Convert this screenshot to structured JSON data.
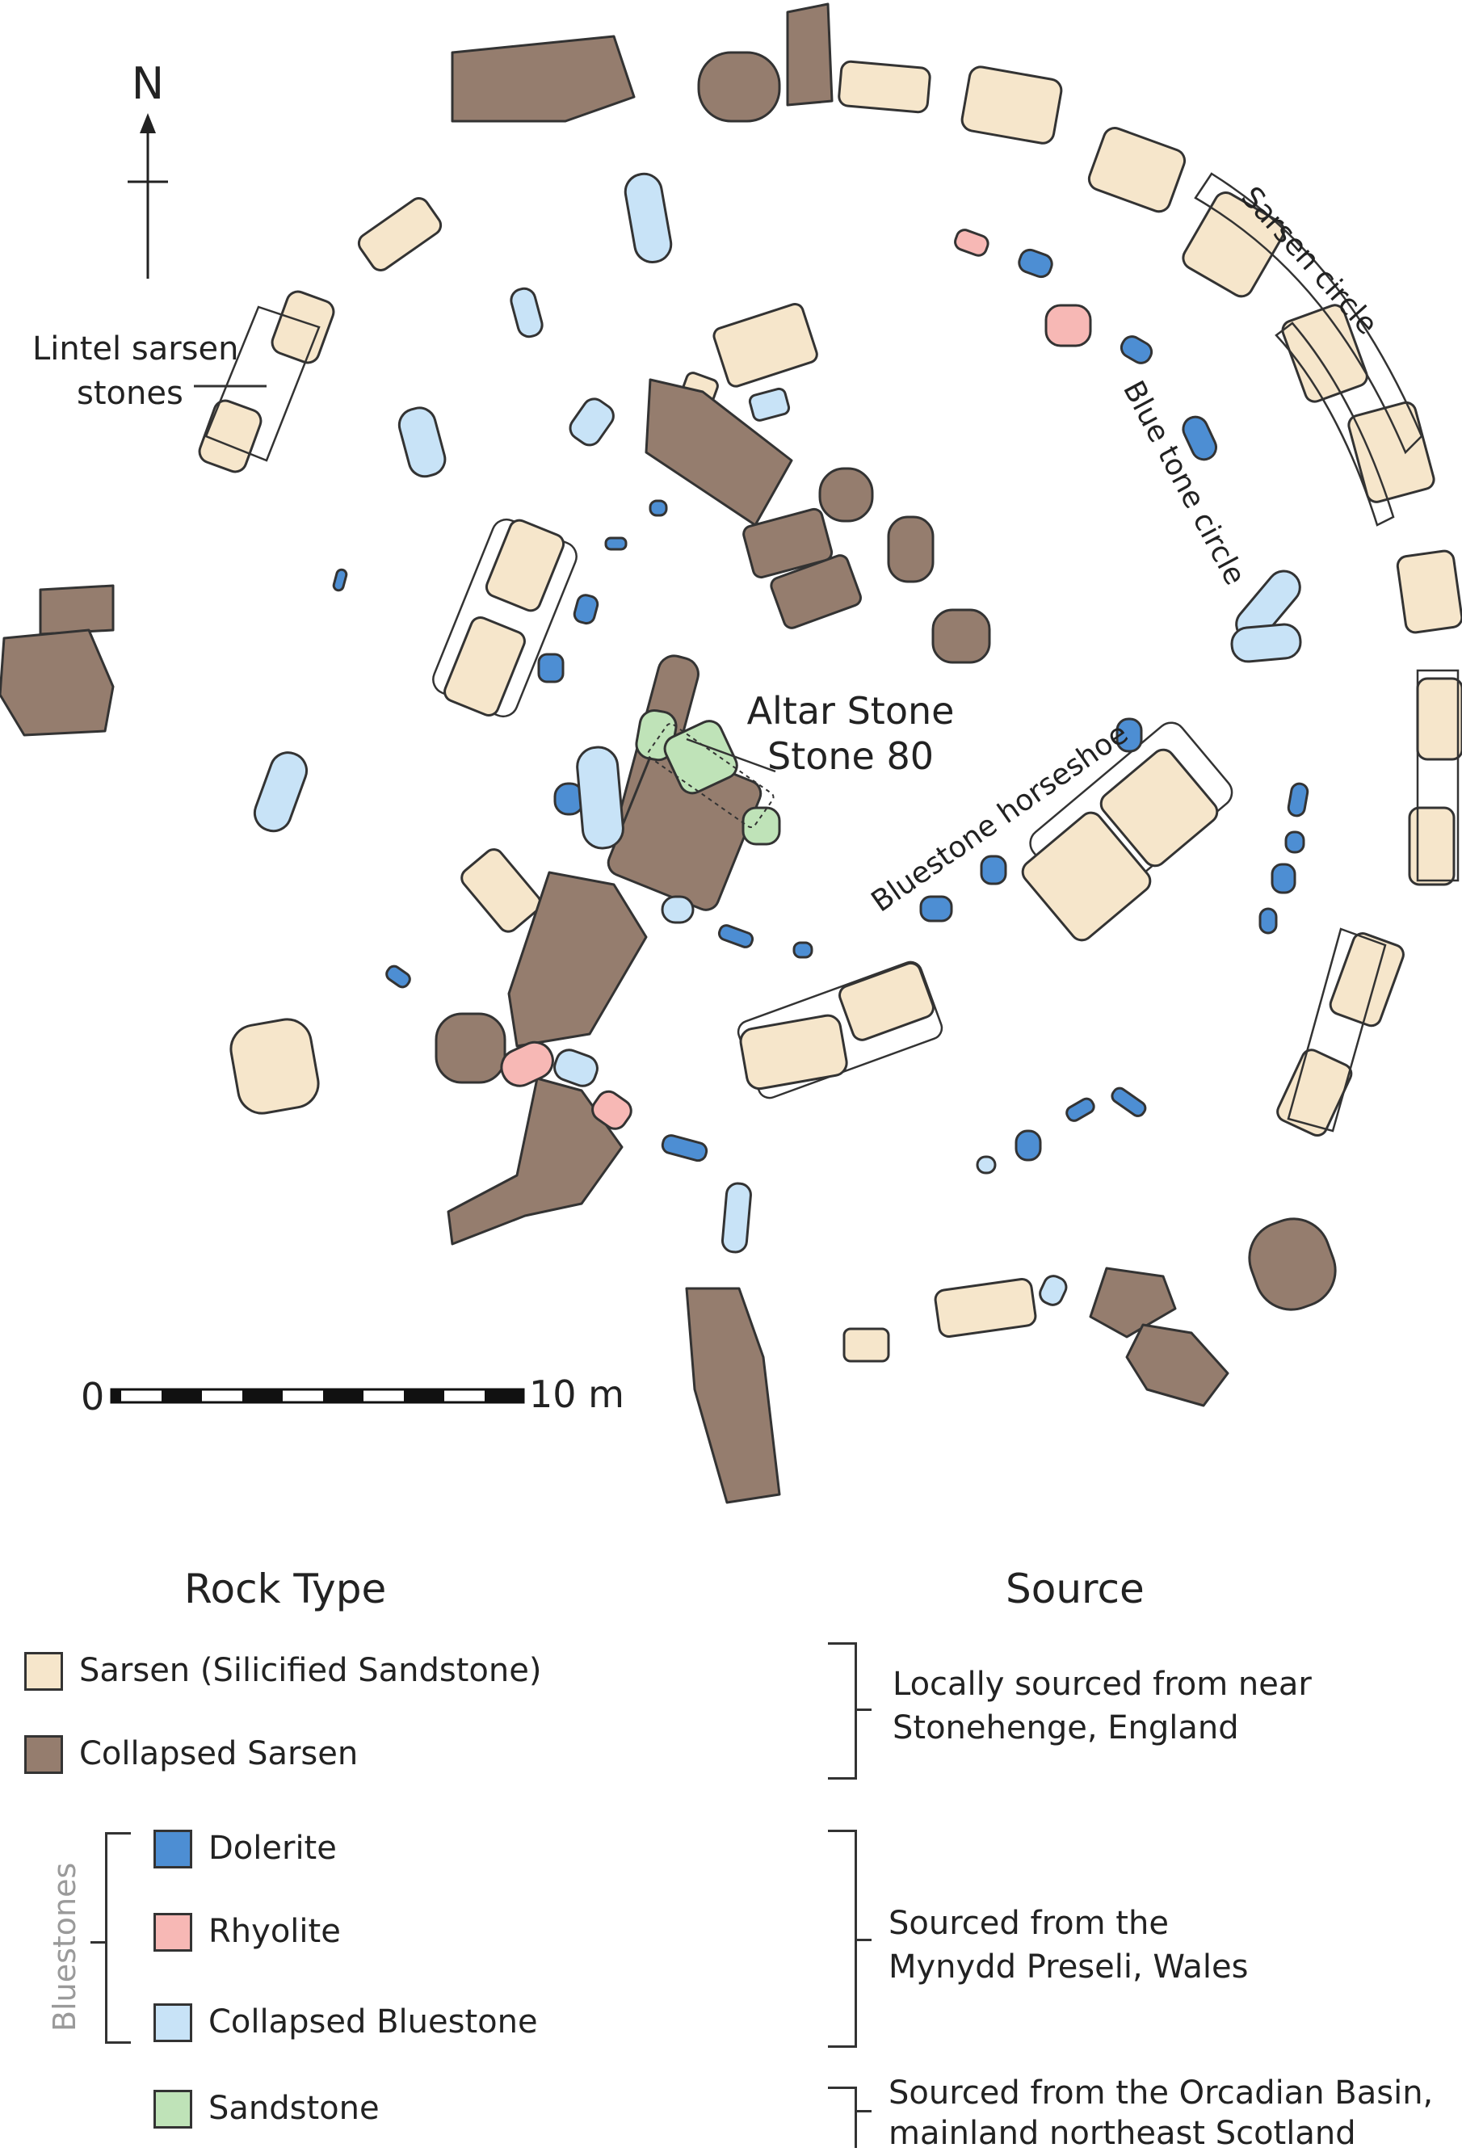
{
  "colors": {
    "sarsen": "#f6e6cb",
    "collapsed_sarsen": "#957d6e",
    "dolerite": "#4d8ed3",
    "rhyolite": "#f7b8b5",
    "collapsed_bluestone": "#c8e3f7",
    "sandstone": "#bfe3b8"
  },
  "north": "N",
  "labels": {
    "lintel_line1": "Lintel sarsen",
    "lintel_line2": "stones",
    "sarsen_circle": "Sarsen circle",
    "bluestone_circle": "Blue tone circle",
    "altar_line1": "Altar Stone",
    "altar_line2": "Stone 80",
    "bluestone_horseshoe": "Bluestone horseshoe"
  },
  "scale": {
    "start": "0",
    "end": "10 m"
  },
  "legend": {
    "rock_type_heading": "Rock Type",
    "source_heading": "Source",
    "bluestones_group": "Bluestones",
    "items": [
      {
        "key": "sarsen",
        "label": "Sarsen (Silicified Sandstone)"
      },
      {
        "key": "collapsed_sarsen",
        "label": "Collapsed Sarsen"
      },
      {
        "key": "dolerite",
        "label": "Dolerite"
      },
      {
        "key": "rhyolite",
        "label": "Rhyolite"
      },
      {
        "key": "collapsed_bluestone",
        "label": "Collapsed Bluestone"
      },
      {
        "key": "sandstone",
        "label": "Sandstone"
      }
    ],
    "sources": [
      {
        "line1": "Locally sourced from near",
        "line2": "Stonehenge, England"
      },
      {
        "line1": "Sourced from the",
        "line2": "Mynydd Preseli, Wales"
      },
      {
        "line1": "Sourced from the Orcadian Basin,",
        "line2": "mainland northeast Scotland"
      }
    ]
  }
}
